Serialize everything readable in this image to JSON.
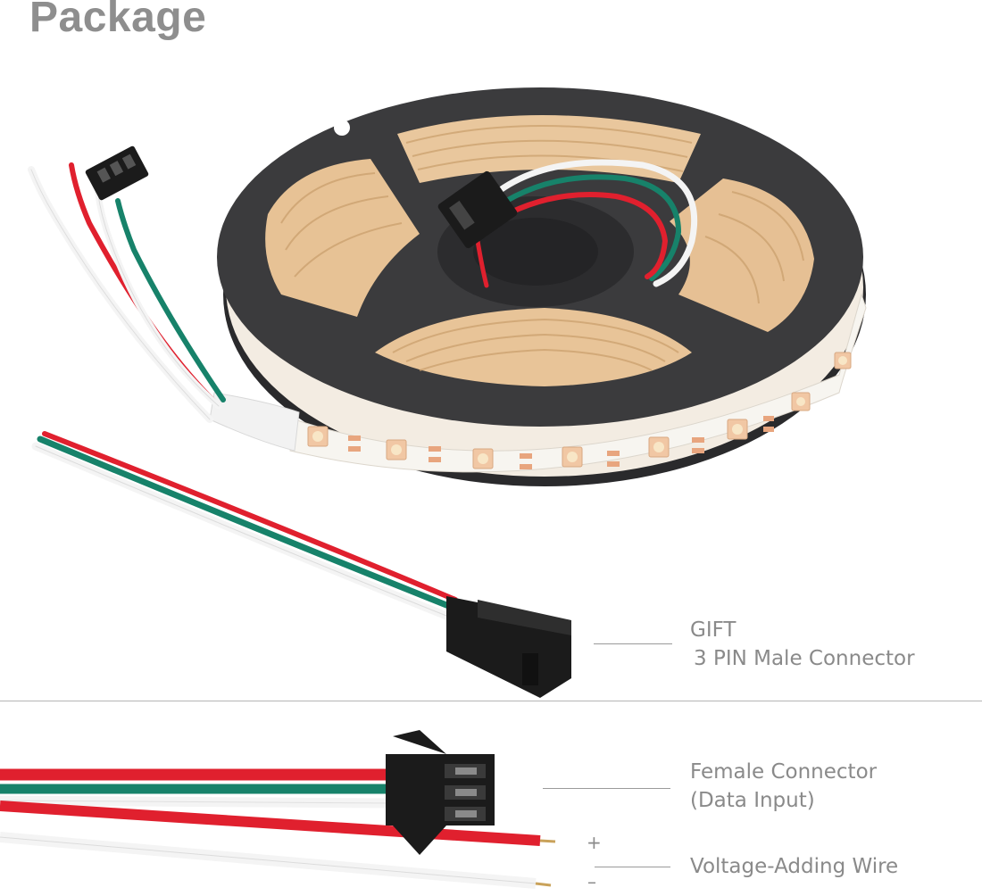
{
  "title": "Package",
  "gift": {
    "line1": "GIFT",
    "line2": "3 PIN Male Connector"
  },
  "female": {
    "line1": "Female Connector",
    "line2": "(Data Input)"
  },
  "voltage": {
    "plus": "+",
    "minus": "–",
    "label": "Voltage-Adding Wire"
  },
  "colors": {
    "wire_red": "#e0202e",
    "wire_green": "#17826a",
    "wire_white": "#f4f4f4",
    "connector": "#1b1b1b",
    "reel": "#3a3a3c",
    "strip": "#f7f5f0",
    "label_gray": "#8a8a8a"
  }
}
